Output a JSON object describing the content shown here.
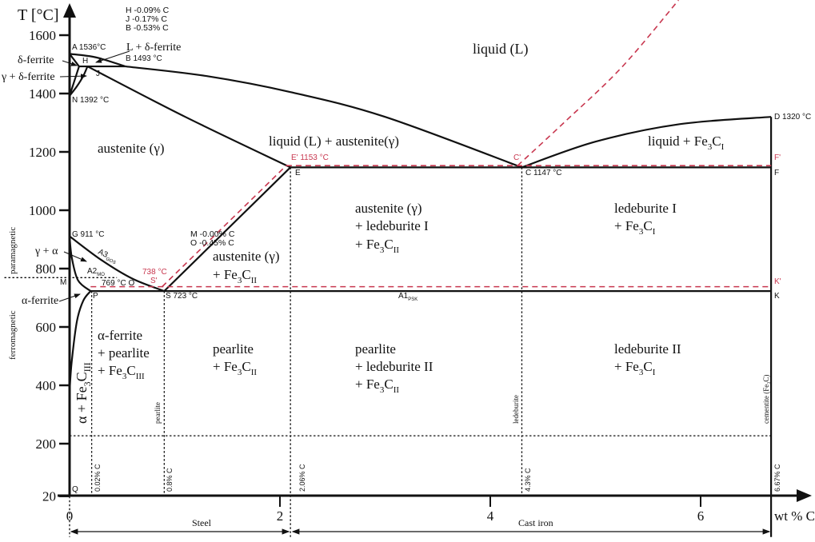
{
  "chart_data": {
    "type": "phase-diagram",
    "title": "Iron-carbon phase diagram",
    "ylabel": "T [°C]",
    "xlabel": "wt % C",
    "xlim": [
      0,
      6.67
    ],
    "ylim": [
      20,
      1600
    ],
    "x_ticks": [
      "0",
      "2",
      "4",
      "6"
    ],
    "x_tick_values": [
      0,
      2,
      4,
      6
    ],
    "y_ticks": [
      "1600",
      "1400",
      "1200",
      "1000",
      "800",
      "600",
      "400",
      "200",
      "20"
    ],
    "y_tick_values": [
      1600,
      1400,
      1200,
      1000,
      800,
      600,
      400,
      200,
      20
    ],
    "colors": {
      "stable": "#111111",
      "metastable": "#c8374f"
    },
    "solid_lines": [
      {
        "name": "liquidus-AB",
        "points": [
          [
            0,
            1536
          ],
          [
            0.25,
            1524
          ],
          [
            0.53,
            1493
          ]
        ]
      },
      {
        "name": "liquidus-BC",
        "points": [
          [
            0.53,
            1493
          ],
          [
            1.3,
            1460
          ],
          [
            2.1,
            1405
          ],
          [
            3,
            1320
          ],
          [
            4.3,
            1147
          ]
        ]
      },
      {
        "name": "liquidus-CD",
        "points": [
          [
            4.3,
            1147
          ],
          [
            5,
            1235
          ],
          [
            5.8,
            1295
          ],
          [
            6.67,
            1320
          ]
        ]
      },
      {
        "name": "line-AH",
        "points": [
          [
            0,
            1536
          ],
          [
            0.09,
            1493
          ]
        ]
      },
      {
        "name": "peritectic-HJB",
        "points": [
          [
            0.09,
            1493
          ],
          [
            0.53,
            1493
          ]
        ]
      },
      {
        "name": "line-NH",
        "points": [
          [
            0,
            1392
          ],
          [
            0.09,
            1493
          ]
        ]
      },
      {
        "name": "line-NJ",
        "points": [
          [
            0,
            1392
          ],
          [
            0.07,
            1425
          ],
          [
            0.13,
            1460
          ],
          [
            0.17,
            1493
          ]
        ]
      },
      {
        "name": "solidus-JE",
        "points": [
          [
            0.17,
            1493
          ],
          [
            1.1,
            1320
          ],
          [
            2.1,
            1147
          ]
        ]
      },
      {
        "name": "line-GS-A3",
        "points": [
          [
            0,
            911
          ],
          [
            0.3,
            830
          ],
          [
            0.6,
            765
          ],
          [
            0.9,
            723
          ]
        ]
      },
      {
        "name": "line-GP",
        "points": [
          [
            0,
            911
          ],
          [
            0.02,
            840
          ],
          [
            0.08,
            760
          ],
          [
            0.2,
            723
          ]
        ]
      },
      {
        "name": "line-PQ",
        "points": [
          [
            0.2,
            723
          ],
          [
            0.13,
            690
          ],
          [
            0.07,
            620
          ],
          [
            0.02,
            480
          ],
          [
            0,
            380
          ]
        ]
      },
      {
        "name": "line-ES-Acm",
        "points": [
          [
            0.9,
            723
          ],
          [
            2.1,
            1147
          ]
        ]
      },
      {
        "name": "eutectic-ECF",
        "points": [
          [
            2.1,
            1147
          ],
          [
            6.67,
            1147
          ]
        ]
      },
      {
        "name": "eutectoid-PSK",
        "points": [
          [
            0.2,
            723
          ],
          [
            6.67,
            723
          ]
        ]
      },
      {
        "name": "cementite-DFK",
        "points": [
          [
            6.67,
            1320
          ],
          [
            6.67,
            -120
          ]
        ]
      }
    ],
    "dashed_lines": [
      {
        "name": "stable-eutectic-E'F'",
        "points": [
          [
            2.06,
            1153
          ],
          [
            6.67,
            1153
          ]
        ]
      },
      {
        "name": "stable-eutectoid-P'K'",
        "points": [
          [
            0.2,
            738
          ],
          [
            6.67,
            738
          ]
        ]
      },
      {
        "name": "stable-line-S'E'",
        "points": [
          [
            0.88,
            738
          ],
          [
            2.06,
            1153
          ]
        ]
      },
      {
        "name": "stable-liquidus-C'",
        "points": [
          [
            4.26,
            1153
          ],
          [
            4.7,
            1300
          ],
          [
            5.25,
            1490
          ],
          [
            5.79,
            1720
          ]
        ]
      }
    ],
    "dotted_lines": [
      {
        "name": "curie-line-M-O",
        "points": [
          [
            -0.62,
            769
          ],
          [
            0.45,
            769
          ]
        ]
      },
      {
        "name": "line-200",
        "points": [
          [
            0,
            227
          ],
          [
            6.67,
            227
          ]
        ]
      },
      {
        "name": "vertical-0.02",
        "points": [
          [
            0.21,
            723
          ],
          [
            0.21,
            20
          ]
        ]
      },
      {
        "name": "vertical-0.8",
        "points": [
          [
            0.9,
            723
          ],
          [
            0.9,
            20
          ]
        ]
      },
      {
        "name": "vertical-2.06",
        "points": [
          [
            2.1,
            1147
          ],
          [
            2.1,
            -120
          ]
        ]
      },
      {
        "name": "vertical-4.3",
        "points": [
          [
            4.3,
            1147
          ],
          [
            4.3,
            20
          ]
        ]
      },
      {
        "name": "vertical-0",
        "points": [
          [
            0,
            20
          ],
          [
            0,
            -120
          ]
        ]
      }
    ],
    "regions": {
      "liquid": "liquid (L)",
      "l_delta": "L + δ-ferrite",
      "delta": "δ-ferrite",
      "gamma_delta": "γ + δ-ferrite",
      "austenite": "austenite (γ)",
      "l_austenite": "liquid (L) + austenite(γ)",
      "liquid_fe3c": {
        "a": "liquid + Fe",
        "sub1": "3",
        "b": "C",
        "sub2": "I"
      },
      "aus_led": {
        "l1": "austenite (γ)",
        "l2": "+ ledeburite I",
        "l3a": "+ Fe",
        "l3s1": "3",
        "l3b": "C",
        "l3s2": "II"
      },
      "led1": {
        "l1": "ledeburite I",
        "l2a": "+ Fe",
        "l2s1": "3",
        "l2b": "C",
        "l2s2": "I"
      },
      "aus_fe3c": {
        "l1": "austenite (γ)",
        "l2a": "+ Fe",
        "l2s1": "3",
        "l2b": "C",
        "l2s2": "II"
      },
      "gamma_alpha": "γ + α",
      "alpha_ferrite": "α-ferrite",
      "alpha_pearlite": {
        "l1": "α-ferrite",
        "l2": "+ pearlite",
        "l3a": "+ Fe",
        "l3s1": "3",
        "l3b": "C",
        "l3s2": "III"
      },
      "pearlite_fe3c": {
        "l1": "pearlite",
        "l2a": "+ Fe",
        "l2s1": "3",
        "l2b": "C",
        "l2s2": "II"
      },
      "pearlite_led": {
        "l1": "pearlite",
        "l2": "+ ledeburite II",
        "l3a": "+ Fe",
        "l3s1": "3",
        "l3b": "C",
        "l3s2": "II"
      },
      "led2": {
        "l1": "ledeburite II",
        "l2a": "+ Fe",
        "l2s1": "3",
        "l2b": "C",
        "l2s2": "I"
      },
      "alpha_fe3c3": {
        "a": "α + Fe",
        "s1": "3",
        "b": "C",
        "s2": "III"
      }
    },
    "points": {
      "A": "A 1536°C",
      "B": "B 1493 °C",
      "H": "H",
      "J": "J",
      "N": "N 1392 °C",
      "E": "E",
      "E_prime": "E' 1153 °C",
      "C": "C 1147 °C",
      "C_prime": "C'",
      "D": "D 1320 °C",
      "F": "F",
      "F_prime": "F'",
      "K": "K",
      "K_prime": "K'",
      "G": "G 911 °C",
      "M": "M",
      "O": "769 °C O",
      "P": "P",
      "S": "S 723 °C",
      "S_prime": "S'",
      "S_prime_temp": "738 °C",
      "Q": "Q"
    },
    "notes": {
      "H": "H -0.09%  C",
      "J": "J -0.17%  C",
      "B": "B -0.53%  C",
      "M": "M -0.00%  C",
      "O": "O -0.45%  C"
    },
    "line_labels": {
      "A3": "A3",
      "A3_sub": "GOS",
      "A2": "A2",
      "A2_sub": "MO",
      "A1": "A1",
      "A1_sub": "PSK"
    },
    "magnetism": {
      "para": "paramagnetic",
      "ferro": "ferromagnetic"
    },
    "composition_labels": [
      "0.02% C",
      "0.8% C",
      "2.06% C",
      "4.3% C",
      "6.67% C"
    ],
    "structure_labels": {
      "pearlite": "pearlite",
      "ledeburite": "ledeburite",
      "cementite": "cementite (Fe₃C)"
    },
    "ranges": {
      "steel": "Steel",
      "cast_iron": "Cast iron"
    }
  }
}
